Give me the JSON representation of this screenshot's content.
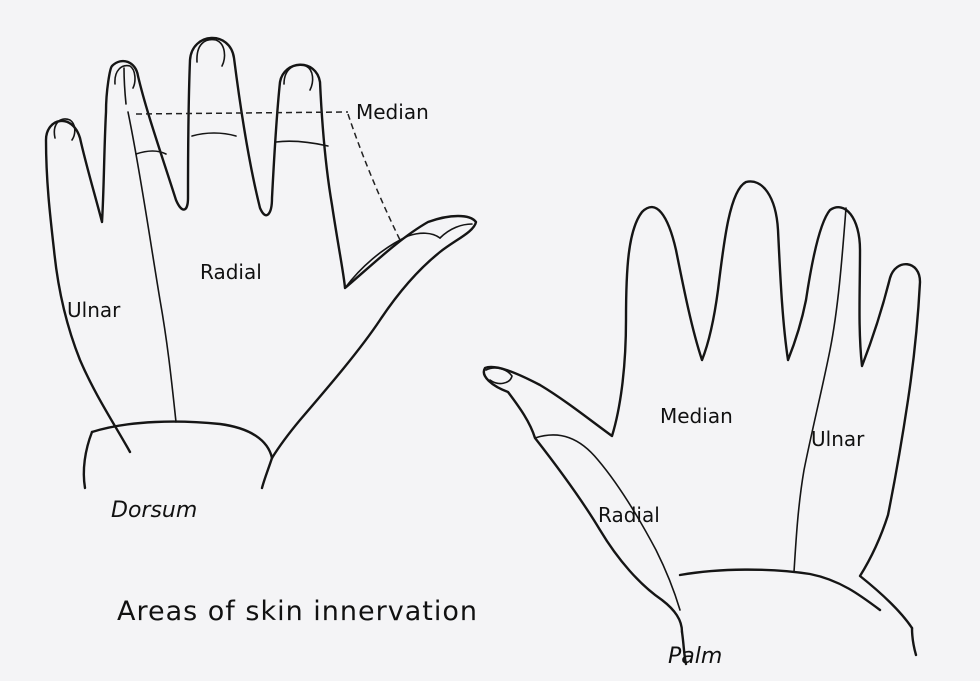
{
  "labels": {
    "dorsum_median": "Median",
    "dorsum_radial": "Radial",
    "dorsum_ulnar": "Ulnar",
    "dorsum_caption": "Dorsum",
    "palm_median": "Median",
    "palm_ulnar": "Ulnar",
    "palm_radial": "Radial",
    "palm_caption": "Palm"
  },
  "caption": "Areas of skin innervation",
  "colors": {
    "paper": "#f4f4f6",
    "ink": "#151515"
  }
}
